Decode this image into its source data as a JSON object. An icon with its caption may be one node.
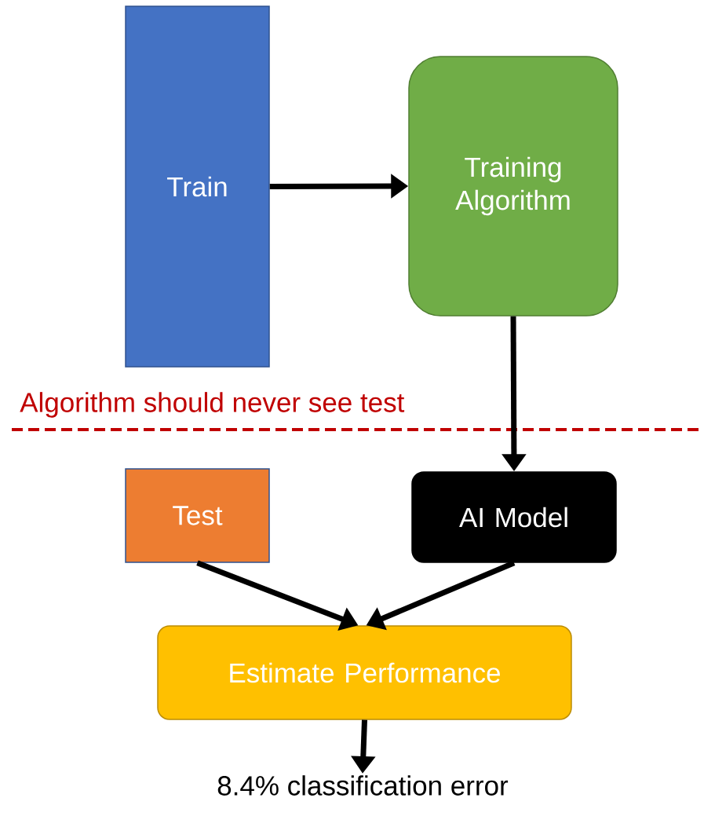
{
  "diagram": {
    "nodes": [
      {
        "text": [
          "Train"
        ]
      },
      {
        "text": [
          "Training Algorithm"
        ]
      },
      {
        "text": [
          "Test"
        ]
      },
      {
        "text": [
          "AI Model"
        ]
      },
      {
        "text": [
          "Estimate Performance"
        ]
      },
      {
        "text": [
          "8.4% classification error"
        ]
      }
    ],
    "edges": [
      {
        "from": 0,
        "to": 1,
        "arrow": "to"
      },
      {
        "from": 1,
        "to": 3,
        "arrow": "to"
      },
      {
        "from": 2,
        "to": 4,
        "arrow": "to"
      },
      {
        "from": 3,
        "to": 4,
        "arrow": "to"
      },
      {
        "from": 4,
        "to": 5,
        "arrow": "to"
      }
    ],
    "labels": [
      "Algorithm should never see test"
    ]
  }
}
